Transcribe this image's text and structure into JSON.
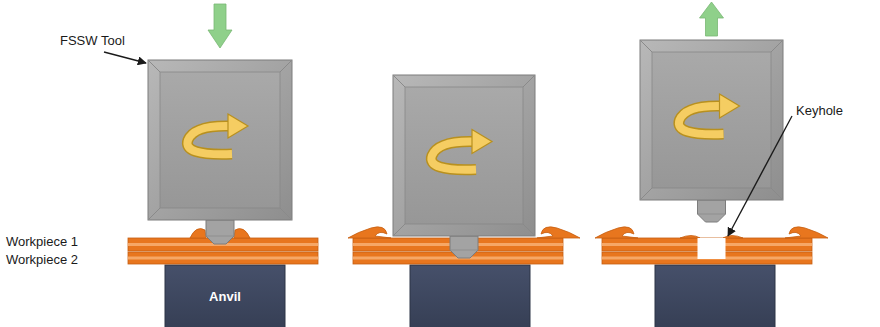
{
  "diagram": {
    "nodes": [
      {
        "text": [
          "Anvil"
        ]
      }
    ],
    "labels": [
      "FSSW Tool",
      "Workpiece 1",
      "Workpiece 2",
      "Keyhole"
    ]
  }
}
